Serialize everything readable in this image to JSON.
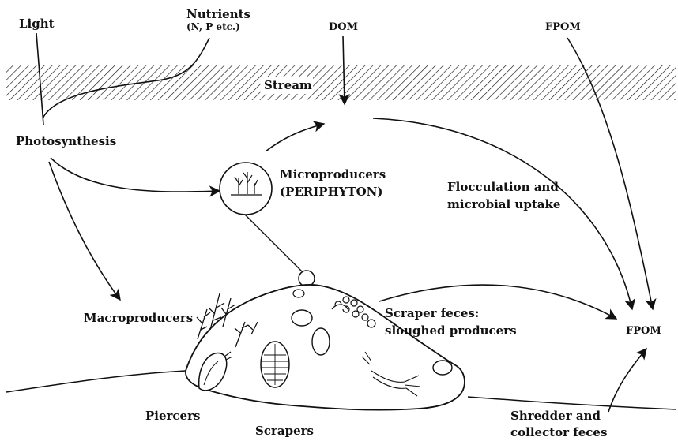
{
  "labels": {
    "light": "Light",
    "nutrients_line1": "Nutrients",
    "nutrients_line2": "(N, P etc.)",
    "dom": "DOM",
    "fpom_top": "FPOM",
    "stream": "Stream",
    "photosynthesis": "Photosynthesis",
    "microproducers_line1": "Microproducers",
    "microproducers_line2": "(PERIPHYTON)",
    "flocculation_line1": "Flocculation and",
    "flocculation_line2": "microbial uptake",
    "macroproducers": "Macroproducers",
    "scraper_feces_line1": "Scraper feces:",
    "scraper_feces_line2": "sloughed producers",
    "fpom_right": "FPOM",
    "piercers": "Piercers",
    "scrapers": "Scrapers",
    "shredder_line1": "Shredder and",
    "shredder_line2": "collector feces"
  },
  "colors": {
    "ink": "#111111",
    "background": "#ffffff"
  }
}
